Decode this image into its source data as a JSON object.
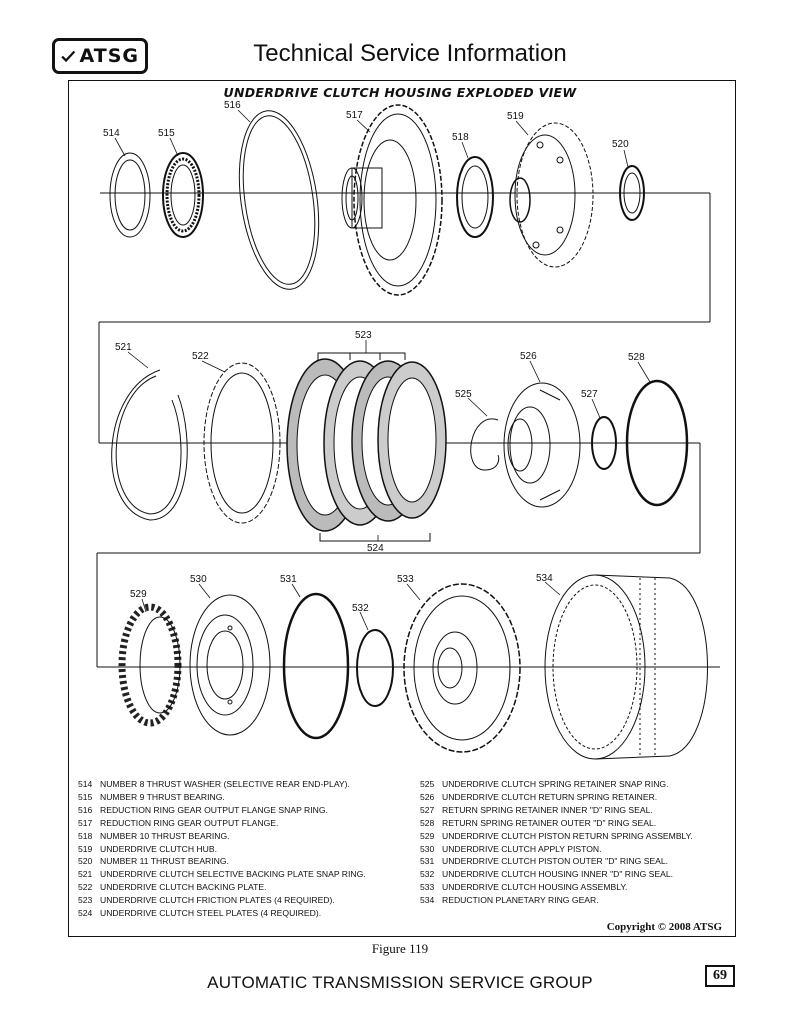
{
  "header": {
    "logo_text": "ATSG",
    "title": "Technical Service Information"
  },
  "figure_title": "UNDERDRIVE CLUTCH HOUSING EXPLODED VIEW",
  "callouts": [
    "514",
    "515",
    "516",
    "517",
    "518",
    "519",
    "520",
    "521",
    "522",
    "523",
    "524",
    "525",
    "526",
    "527",
    "528",
    "529",
    "530",
    "531",
    "532",
    "533",
    "534"
  ],
  "legend_left": [
    {
      "num": "514",
      "text": "NUMBER 8 THRUST WASHER  (SELECTIVE REAR END-PLAY)."
    },
    {
      "num": "515",
      "text": "NUMBER 9 THRUST BEARING."
    },
    {
      "num": "516",
      "text": "REDUCTION RING GEAR OUTPUT FLANGE SNAP RING."
    },
    {
      "num": "517",
      "text": "REDUCTION RING GEAR OUTPUT FLANGE."
    },
    {
      "num": "518",
      "text": "NUMBER 10 THRUST BEARING."
    },
    {
      "num": "519",
      "text": "UNDERDRIVE CLUTCH HUB."
    },
    {
      "num": "520",
      "text": "NUMBER 11 THRUST BEARING."
    },
    {
      "num": "521",
      "text": "UNDERDRIVE CLUTCH SELECTIVE BACKING PLATE SNAP RING."
    },
    {
      "num": "522",
      "text": "UNDERDRIVE CLUTCH BACKING PLATE."
    },
    {
      "num": "523",
      "text": "UNDERDRIVE CLUTCH FRICTION PLATES  (4 REQUIRED)."
    },
    {
      "num": "524",
      "text": "UNDERDRIVE CLUTCH STEEL PLATES  (4 REQUIRED)."
    }
  ],
  "legend_right": [
    {
      "num": "525",
      "text": "UNDERDRIVE CLUTCH SPRING RETAINER SNAP RING."
    },
    {
      "num": "526",
      "text": "UNDERDRIVE CLUTCH RETURN SPRING RETAINER."
    },
    {
      "num": "527",
      "text": "RETURN SPRING RETAINER INNER \"D\" RING SEAL."
    },
    {
      "num": "528",
      "text": "RETURN SPRING RETAINER OUTER \"D\" RING SEAL."
    },
    {
      "num": "529",
      "text": "UNDERDRIVE CLUTCH PISTON RETURN SPRING ASSEMBLY."
    },
    {
      "num": "530",
      "text": "UNDERDRIVE CLUTCH APPLY PISTON."
    },
    {
      "num": "531",
      "text": "UNDERDRIVE CLUTCH PISTON OUTER \"D\" RING SEAL."
    },
    {
      "num": "532",
      "text": "UNDERDRIVE CLUTCH HOUSING INNER \"D\" RING SEAL."
    },
    {
      "num": "533",
      "text": "UNDERDRIVE CLUTCH HOUSING ASSEMBLY."
    },
    {
      "num": "534",
      "text": "REDUCTION PLANETARY RING GEAR."
    }
  ],
  "copyright": "Copyright © 2008 ATSG",
  "figure_caption": "Figure 119",
  "footer": {
    "text": "AUTOMATIC TRANSMISSION SERVICE GROUP",
    "page_number": "69"
  }
}
